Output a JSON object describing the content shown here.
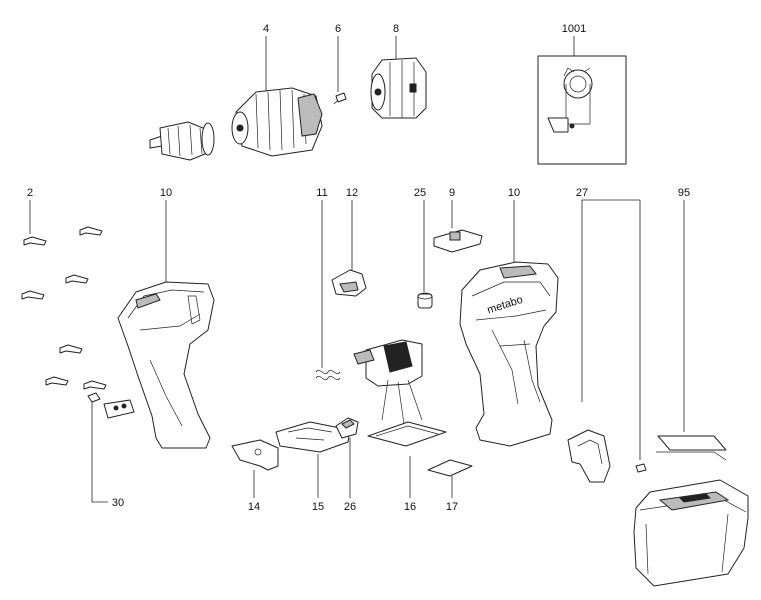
{
  "labels": {
    "chuck": "4",
    "screw_small": "6",
    "motor": "8",
    "wiring_diagram": "1001",
    "screw_set": "2",
    "housing_left": "10",
    "spring": "11",
    "switch_lever": "12",
    "bushing": "25",
    "slider": "9",
    "housing_right": "10",
    "clip": "27",
    "label_sheet": "95",
    "direction_plate": "14",
    "base_plate": "15",
    "knob": "26",
    "switch_unit": "16",
    "pad": "17",
    "screw_clip": "30"
  },
  "housing_brand": "metabo"
}
